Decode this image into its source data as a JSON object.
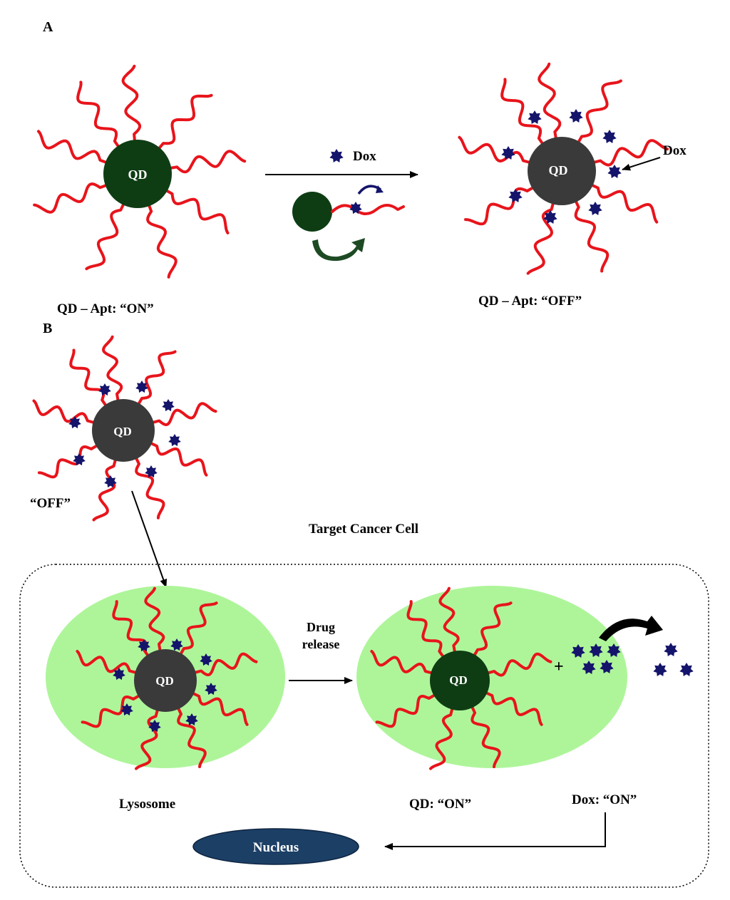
{
  "panels": {
    "a": {
      "label": "A"
    },
    "b": {
      "label": "B"
    }
  },
  "qd": {
    "label": "QD"
  },
  "labels": {
    "qd_apt_on": "QD – Apt: “ON”",
    "qd_apt_off": "QD – Apt: “OFF”",
    "dox_legend": "Dox",
    "dox_pointer": "Dox",
    "off_state": "“OFF”",
    "target_cell": "Target Cancer Cell",
    "drug_release_line1": "Drug",
    "drug_release_line2": "release",
    "lysosome": "Lysosome",
    "qd_on": "QD: “ON”",
    "dox_on": "Dox: “ON”",
    "plus": "+",
    "nucleus": "Nucleus"
  },
  "colors": {
    "strand": "#e8141b",
    "qd_on_fill": "#0e3d14",
    "qd_off_fill": "#3a3a3a",
    "dox_fill": "#14146b",
    "lysosome_fill": "#aef59a",
    "nucleus_fill": "#1c3f66",
    "curved_arrow_green": "#1d4a23"
  },
  "icons": [
    "dox-star-icon",
    "curved-arrow-icon",
    "straight-arrow-icon"
  ]
}
